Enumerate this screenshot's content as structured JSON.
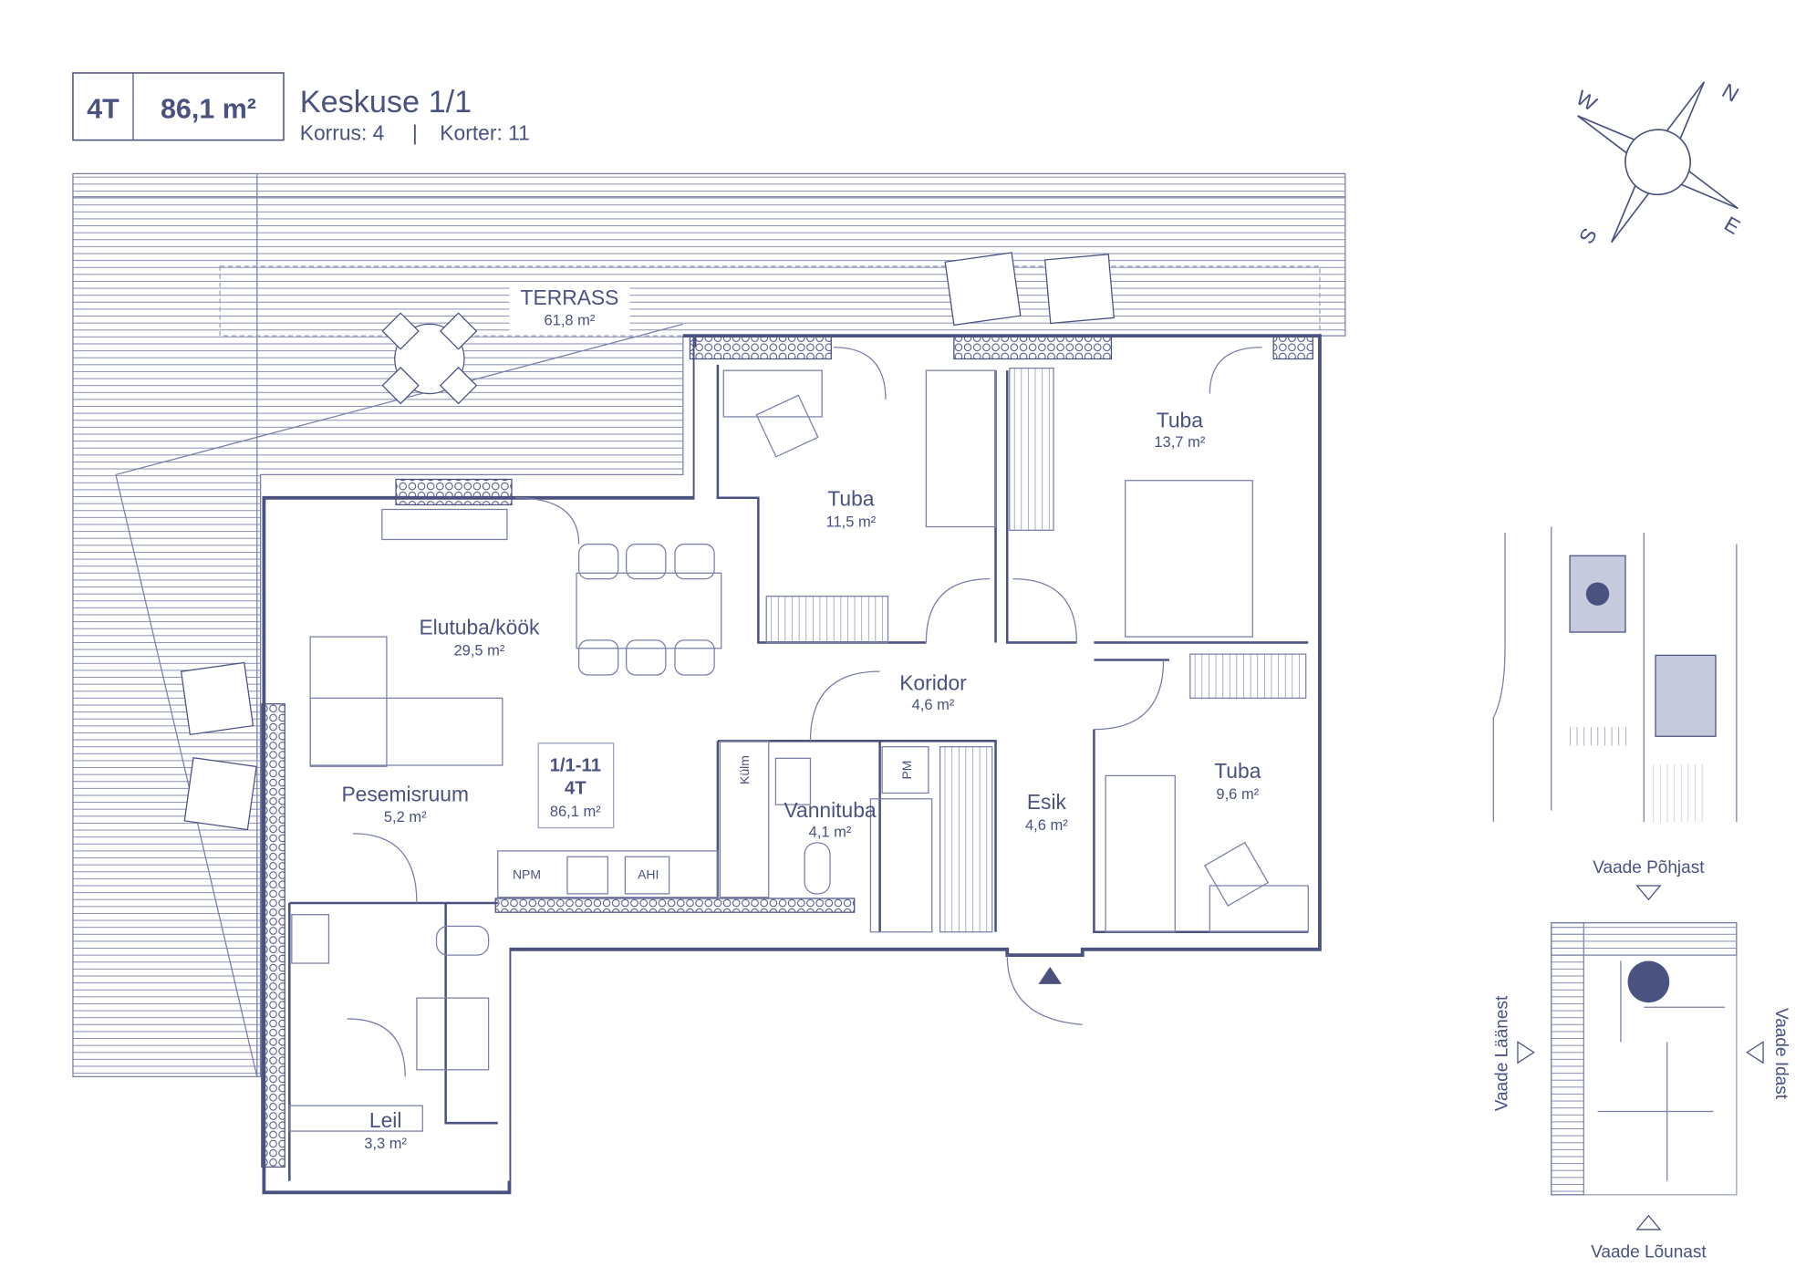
{
  "header": {
    "type": "4T",
    "area": "86,1 m²",
    "address": "Keskuse 1/1",
    "floor": "Korrus: 4",
    "separator": "|",
    "apartment": "Korter: 11"
  },
  "compass": {
    "n": "N",
    "e": "E",
    "s": "S",
    "w": "W"
  },
  "rooms": {
    "terrace": {
      "name": "TERRASS",
      "area": "61,8 m²"
    },
    "bedroom1": {
      "name": "Tuba",
      "area": "11,5 m²"
    },
    "bedroom2": {
      "name": "Tuba",
      "area": "13,7 m²"
    },
    "living": {
      "name": "Elutuba/köök",
      "area": "29,5 m²"
    },
    "corridor": {
      "name": "Koridor",
      "area": "4,6 m²"
    },
    "bedroom3": {
      "name": "Tuba",
      "area": "9,6 m²"
    },
    "hall": {
      "name": "Esik",
      "area": "4,6 m²"
    },
    "bathroom": {
      "name": "Vannituba",
      "area": "4,1 m²"
    },
    "washroom": {
      "name": "Pesemisruum",
      "area": "5,2 m²"
    },
    "sauna": {
      "name": "Leil",
      "area": "3,3 m²"
    }
  },
  "unit_box": {
    "code": "1/1-11",
    "type": "4T",
    "area": "86,1 m²"
  },
  "fixtures": {
    "fridge": "Külm",
    "washer": "PM",
    "dishwasher": "NPM",
    "oven": "AHI"
  },
  "views": {
    "north": "Vaade Põhjast",
    "south": "Vaade Lõunast",
    "west": "Vaade Läänest",
    "east": "Vaade Idast"
  },
  "colors": {
    "primary": "#4a5280",
    "highlight": "#4a5280"
  }
}
